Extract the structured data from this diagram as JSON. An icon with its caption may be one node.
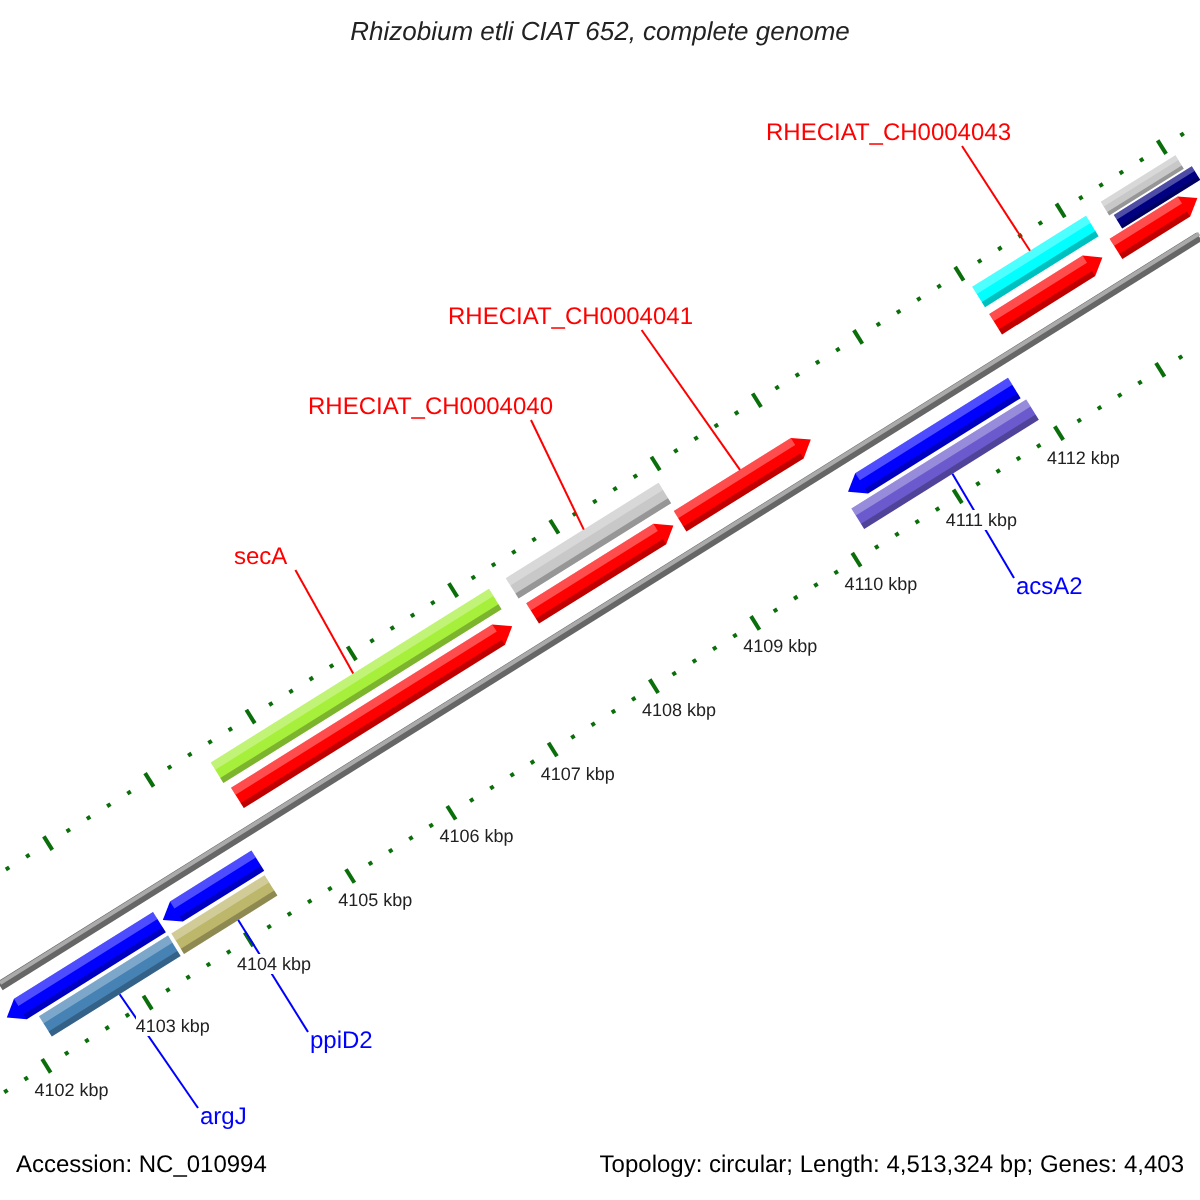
{
  "diagram": {
    "title": "Rhizobium etli CIAT 652, complete genome",
    "nodes": [
      {
        "text": [
          "RHECIAT_CH0004043"
        ]
      },
      {
        "text": [
          "RHECIAT_CH0004041"
        ]
      },
      {
        "text": [
          "RHECIAT_CH0004040"
        ]
      },
      {
        "text": [
          "secA"
        ]
      },
      {
        "text": [
          "acsA2"
        ]
      },
      {
        "text": [
          "ppiD2"
        ]
      },
      {
        "text": [
          "argJ"
        ]
      },
      {
        "text": [],
        "shape": "arrow"
      },
      {
        "text": [],
        "shape": "bar"
      },
      {
        "text": [],
        "shape": "arrow"
      },
      {
        "text": [],
        "shape": "bar"
      },
      {
        "text": [],
        "shape": "bar"
      },
      {
        "text": [],
        "shape": "arrow"
      },
      {
        "text": [],
        "shape": "bar"
      },
      {
        "text": [],
        "shape": "arrow"
      },
      {
        "text": [],
        "shape": "arrow"
      },
      {
        "text": [],
        "shape": "bar"
      },
      {
        "text": [],
        "shape": "arrow"
      },
      {
        "text": [],
        "shape": "bar"
      },
      {
        "text": [],
        "shape": "arrow"
      },
      {
        "text": [],
        "shape": "arrow"
      },
      {
        "text": [],
        "shape": "bar"
      },
      {
        "text": [],
        "shape": "bar"
      }
    ],
    "edges": [
      {
        "from": 0,
        "to": 18,
        "arrow": "none"
      },
      {
        "from": 1,
        "to": 15,
        "arrow": "none"
      },
      {
        "from": 2,
        "to": 13,
        "arrow": "none"
      },
      {
        "from": 3,
        "to": 11,
        "arrow": "none"
      },
      {
        "from": 4,
        "to": 16,
        "arrow": "none",
        "color": "#0000ff"
      },
      {
        "from": 5,
        "to": 10,
        "arrow": "none",
        "color": "#0000ff"
      },
      {
        "from": 6,
        "to": 8,
        "arrow": "none",
        "color": "#0000ff"
      }
    ],
    "labels": [
      "4102 kbp",
      "4103 kbp",
      "4104 kbp",
      "4105 kbp",
      "4106 kbp",
      "4107 kbp",
      "4108 kbp",
      "4109 kbp",
      "4110 kbp",
      "4111 kbp",
      "4112 kbp",
      "Accession: NC_010994",
      "Topology: circular; Length: 4,513,324 bp; Genes: 4,403"
    ]
  }
}
